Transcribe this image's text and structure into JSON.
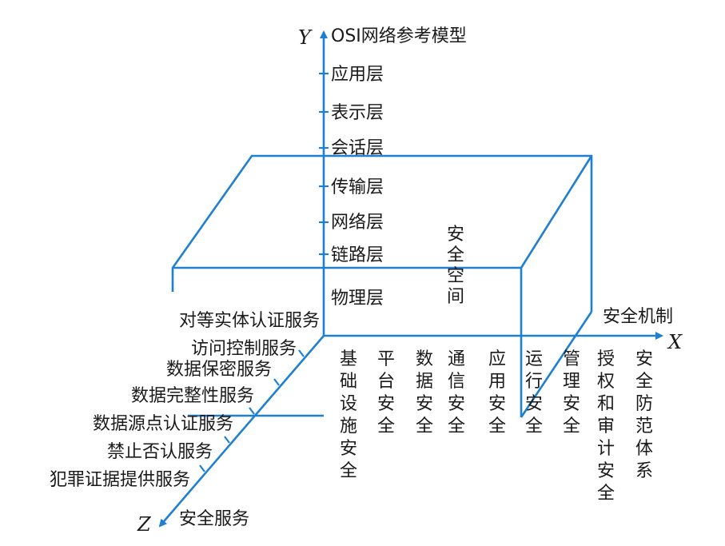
{
  "y_axis": {
    "letter": "Y",
    "title": "OSI网络参考模型",
    "layers": [
      "应用层",
      "表示层",
      "会话层",
      "传输层",
      "网络层",
      "链路层",
      "物理层"
    ]
  },
  "x_axis": {
    "letter": "X",
    "title": "安全机制",
    "items": [
      "基础设施安全",
      "平台安全",
      "数据安全",
      "通信安全",
      "应用安全",
      "运行安全",
      "管理安全",
      "授权和审计安全",
      "安全防范体系"
    ]
  },
  "z_axis": {
    "letter": "Z",
    "title": "安全服务",
    "services": [
      "对等实体认证服务",
      "访问控制服务",
      "数据保密服务",
      "数据完整性服务",
      "数据源点认证服务",
      "禁止否认服务",
      "犯罪证据提供服务"
    ]
  },
  "box_label": "安全空间",
  "colors": {
    "line": "#1f7fd0",
    "text": "#1a1a1a",
    "background": "#ffffff"
  }
}
